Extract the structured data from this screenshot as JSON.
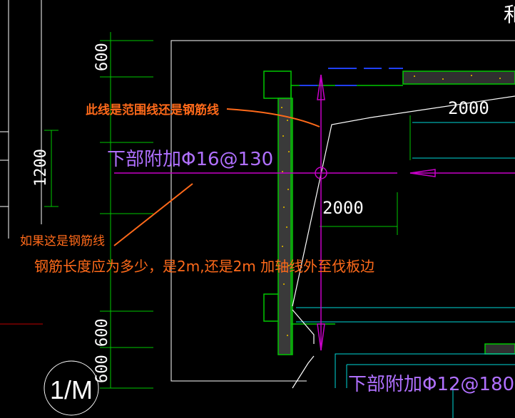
{
  "dims": {
    "d600_top": "600",
    "d1200": "1200",
    "d600_lower_a": "600",
    "d600_lower_b": "600",
    "d2000_top": "2000",
    "d2000_mid": "2000"
  },
  "labels": {
    "rebar_bottom_16": "下部附加Φ16@130",
    "rebar_bottom_12": "下部附加Φ12@180",
    "corner_char": "和",
    "axis_bubble": "1/M"
  },
  "annotations": {
    "question_line": "此线是范围线还是钢筋线",
    "if_rebar": "如果这是钢筋线",
    "length_question": "钢筋长度应为多少，是2m,还是2m 加轴线外至伐板边"
  },
  "colors": {
    "background": "#000000",
    "white": "#ffffff",
    "green": "#00c800",
    "magenta": "#c800c8",
    "cyan": "#00d8d8",
    "orange": "#ff6a1a",
    "blue": "#2040ff",
    "violet": "#b070ff"
  }
}
